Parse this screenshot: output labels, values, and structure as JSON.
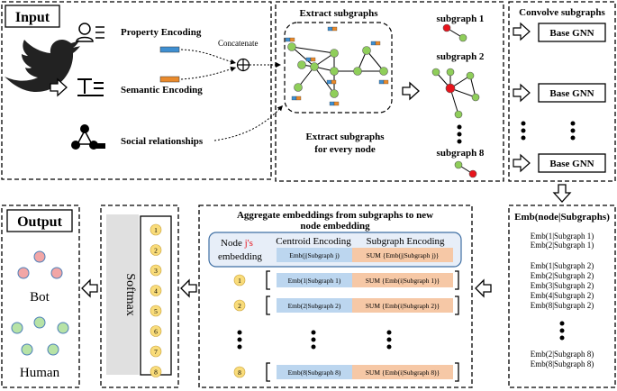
{
  "input": {
    "title": "Input",
    "property_encoding": "Property Encoding",
    "semantic_encoding": "Semantic Encoding",
    "social_relationships": "Social relationships",
    "concatenate": "Concatenate"
  },
  "extract": {
    "title": "Extract subgraphs",
    "subtitle_line1": "Extract subgraphs",
    "subtitle_line2": "for every node",
    "subgraph1": "subgraph 1",
    "subgraph2": "subgraph 2",
    "subgraph8": "subgraph 8"
  },
  "convolve": {
    "title": "Convolve subgraphs",
    "gnn_label": "Base GNN"
  },
  "emb_panel": {
    "title": "Emb(node|Subgraphs)",
    "lines": [
      "Emb(1|Subgraph 1)",
      "Emb(2|Subgraph 1)",
      "Emb(1|Subgraph 2)",
      "Emb(2|Subgraph 2)",
      "Emb(3|Subgraph 2)",
      "Emb(4|Subgraph 2)",
      "Emb(8|Subgraph 2)",
      "Emb(2|Subgraph 8)",
      "Emb(8|Subgraph 8)"
    ]
  },
  "aggregate": {
    "title_line1": "Aggregate embeddings from subgraphs to new",
    "title_line2": "node embedding",
    "header_node_pre": "Node ",
    "header_node_j": "j's",
    "header_node_line2": "embedding",
    "header_centroid": "Centroid Encoding",
    "header_subgraph": "Subgraph Encoding",
    "header_emb": "Emb(j|Subgraph j)",
    "header_sum": "SUM {Emb(j|Subgraph j)}",
    "rows": [
      {
        "node": "1",
        "emb": "Emb(1|Subgraph 1)",
        "sum": "SUM {Emb(i|Subgraph 1)}"
      },
      {
        "node": "2",
        "emb": "Emb(2|Subgraph 2)",
        "sum": "SUM {Emb(i|Subgraph 2)}"
      },
      {
        "node": "8",
        "emb": "Emb(8|Subgraph 8)",
        "sum": "SUM {Emb(i|Subgraph 8)}"
      }
    ]
  },
  "softmax": {
    "label": "Softmax",
    "nodes": [
      "1",
      "2",
      "3",
      "4",
      "5",
      "6",
      "7",
      "8"
    ]
  },
  "output": {
    "title": "Output",
    "bot": "Bot",
    "human": "Human"
  },
  "colors": {
    "node_green": "#8fce5a",
    "node_red": "#e8141c",
    "bot_red": "#f2a6a6",
    "human_green": "#b7e3a6",
    "enc_blue": "#3f8fd1",
    "enc_orange": "#e98a2c",
    "cell_blue": "#bcd6ef",
    "cell_peach": "#f6c8a6",
    "soft_node": "#f9dc7a",
    "twitter_bird": "#222222"
  }
}
